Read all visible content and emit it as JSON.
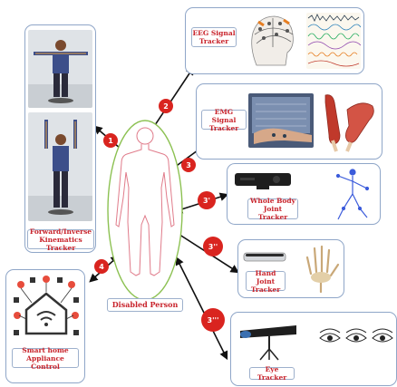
{
  "center": {
    "label": "Disabled Person"
  },
  "modules": {
    "kinematics": {
      "label": "Forward/Inverse Kinematics Tracker",
      "badge": "1"
    },
    "eeg": {
      "label": "EEG Signal Tracker",
      "badge": "2"
    },
    "emg": {
      "label": "EMG Signal Tracker",
      "badge": "3"
    },
    "whole_body": {
      "label": "Whole Body Joint Tracker",
      "badge": "3'"
    },
    "hand": {
      "label": "Hand Joint Tracker",
      "badge": "3''"
    },
    "eye": {
      "label": "Eye Tracker",
      "badge": "3'''"
    },
    "smart_home": {
      "label": "Smart home Appliance Control",
      "badge": "4"
    }
  },
  "colors": {
    "accent_red": "#d9241f",
    "box_border": "#8fa6c8",
    "ellipse_border": "#8cc152",
    "label_text": "#c8232b"
  }
}
